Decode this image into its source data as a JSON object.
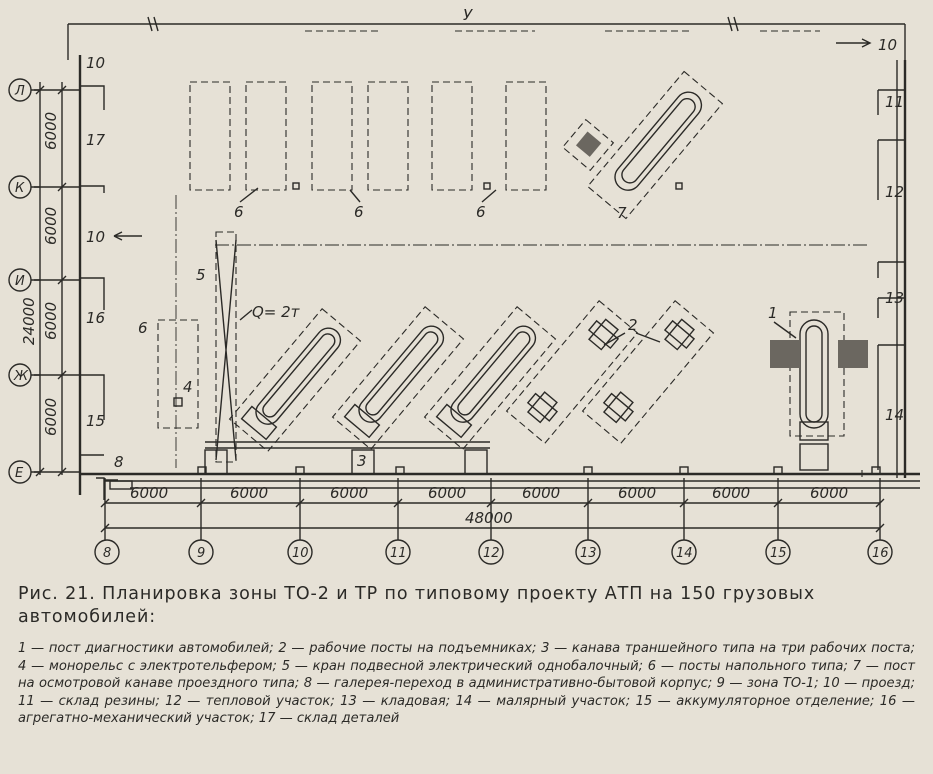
{
  "plan": {
    "top_label": "У",
    "grid_letters": [
      "Л",
      "К",
      "И",
      "Ж",
      "Е"
    ],
    "grid_numbers": [
      "8",
      "9",
      "10",
      "11",
      "12",
      "13",
      "14",
      "15",
      "16"
    ],
    "span_dims": [
      "6000",
      "6000",
      "6000",
      "6000",
      "6000",
      "6000",
      "6000",
      "6000"
    ],
    "total_length": "48000",
    "total_width": "24000",
    "vertical_dims": [
      "6000",
      "6000",
      "6000",
      "6000"
    ],
    "crane_capacity": "Q= 2т",
    "labels": {
      "l1": "1",
      "l2": "2",
      "l3": "3",
      "l4": "4",
      "l5": "5",
      "l6a": "6",
      "l6b": "6",
      "l6c": "6",
      "l6d": "6",
      "l7": "7",
      "l8": "8",
      "l10a": "10",
      "l10b": "10",
      "l10c": "10",
      "l11": "11",
      "l12": "12",
      "l13": "13",
      "l14": "14",
      "l15": "15",
      "l16": "16",
      "l17": "17"
    }
  },
  "caption": "Рис. 21. Планировка зоны ТО-2 и ТР по типовому проекту АТП на 150 грузовых автомобилей:",
  "legend": "1 — пост диагностики автомобилей; 2 — рабочие посты на подъемниках; 3 — канава траншейного типа на три рабочих поста; 4 — монорельс с электротельфером; 5 — кран подвесной электрический однобалочный; 6 — посты напольного типа; 7 — пост на осмотровой канаве проездного типа; 8 — галерея-переход в административно-бытовой корпус; 9 — зона ТО-1; 10 — проезд; 11 — склад резины; 12 — тепловой участок; 13 — кладовая; 14 — малярный участок; 15 — аккумуляторное отделение; 16 — агрегатно-механический участок; 17 — склад деталей"
}
